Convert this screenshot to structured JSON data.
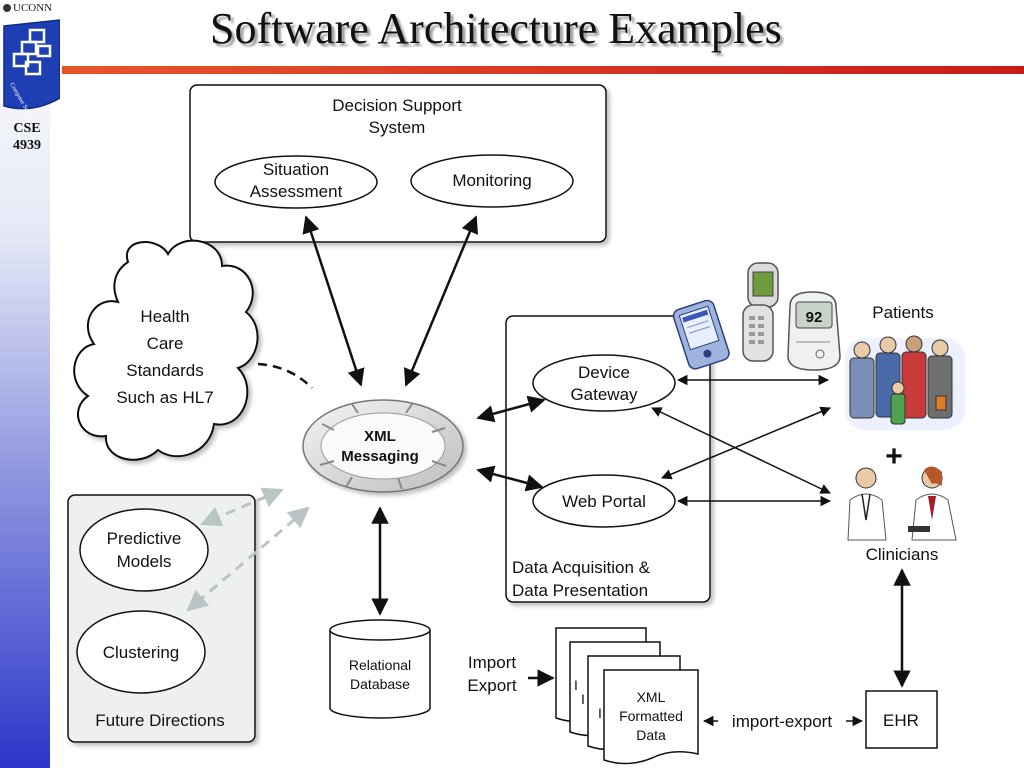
{
  "slide": {
    "title": "Software Architecture Examples",
    "university": "UCONN",
    "logo_caption": "Computer Science and Engineering",
    "course_line1": "CSE",
    "course_line2": "4939"
  },
  "nodes": {
    "dss_title1": "Decision Support",
    "dss_title2": "System",
    "situation1": "Situation",
    "situation2": "Assessment",
    "monitoring": "Monitoring",
    "health1": "Health",
    "health2": "Care",
    "health3": "Standards",
    "health4": "Such as HL7",
    "xml1": "XML",
    "xml2": "Messaging",
    "device1": "Device",
    "device2": "Gateway",
    "webportal": "Web Portal",
    "daq1": "Data Acquisition &",
    "daq2": "Data Presentation",
    "patients": "Patients",
    "plus": "+",
    "clinicians": "Clinicians",
    "predictive1": "Predictive",
    "predictive2": "Models",
    "clustering": "Clustering",
    "future": "Future Directions",
    "rdb1": "Relational",
    "rdb2": "Database",
    "import1": "Import",
    "import2": "Export",
    "xmlfmt1": "XML",
    "xmlfmt2": "Formatted",
    "xmlfmt3": "Data",
    "doc_back_char1": "I",
    "doc_back_char2": "I",
    "doc_back_char3": "I",
    "importexport": "import-export",
    "ehr": "EHR"
  },
  "icons": {
    "pda": "pda-device-icon",
    "phone": "flip-phone-icon",
    "glucose": "glucose-meter-icon",
    "glucose_reading": "92",
    "patients": "patient-group-icon",
    "clinicians": "clinician-pair-icon"
  },
  "colors": {
    "title_rule": "#d9332a",
    "sidebar_bottom": "#2c35c9",
    "future_panel": "#eef0f0",
    "dashed_future": "#b9c4c4"
  }
}
